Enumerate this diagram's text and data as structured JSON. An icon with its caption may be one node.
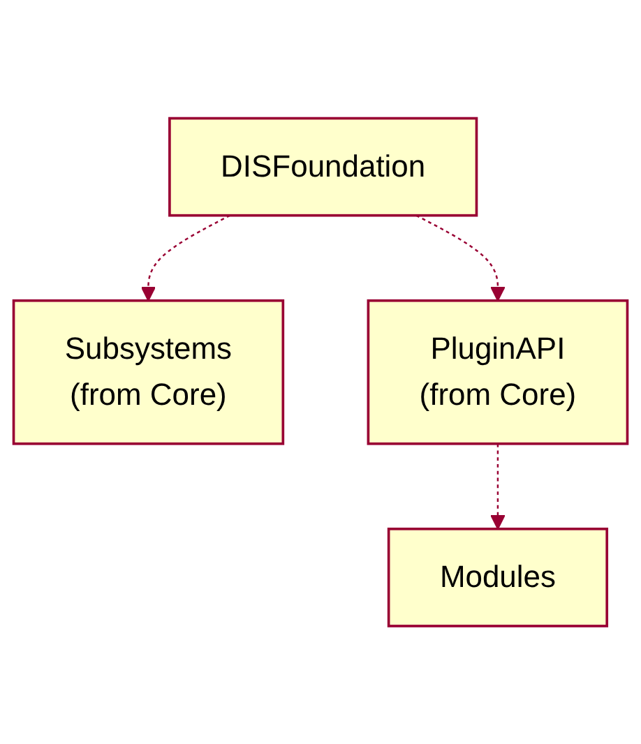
{
  "diagram": {
    "nodes": [
      {
        "text": [
          "DISFoundation"
        ]
      },
      {
        "text": [
          "Subsystems",
          "(from Core)"
        ]
      },
      {
        "text": [
          "PluginAPI",
          "(from Core)"
        ]
      },
      {
        "text": [
          "Modules"
        ]
      }
    ],
    "edges": [
      {
        "from": 0,
        "to": 1,
        "arrow": "to",
        "style": "dashed"
      },
      {
        "from": 0,
        "to": 2,
        "arrow": "to",
        "style": "dashed"
      },
      {
        "from": 2,
        "to": 3,
        "arrow": "to",
        "style": "dashed"
      }
    ]
  }
}
